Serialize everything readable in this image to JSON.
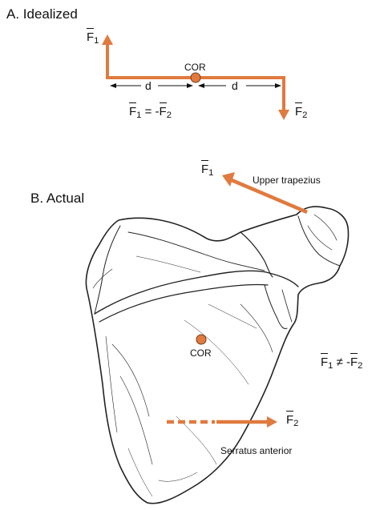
{
  "panel_a": {
    "title": "A. Idealized",
    "cor_label": "COR",
    "d_label_left": "d",
    "d_label_right": "d",
    "f1": {
      "symbol": "F",
      "sub": "1"
    },
    "f2": {
      "symbol": "F",
      "sub": "2"
    },
    "equation": {
      "lhs_sym": "F",
      "lhs_sub": "1",
      "op": " = -",
      "rhs_sym": "F",
      "rhs_sub": "2"
    }
  },
  "panel_b": {
    "title": "B. Actual",
    "cor_label": "COR",
    "f1": {
      "symbol": "F",
      "sub": "1"
    },
    "f2": {
      "symbol": "F",
      "sub": "2"
    },
    "upper_muscle": "Upper trapezius",
    "lower_muscle": "Serratus anterior",
    "inequality": {
      "lhs_sym": "F",
      "lhs_sub": "1",
      "op": " ≠ -",
      "rhs_sym": "F",
      "rhs_sub": "2"
    }
  },
  "colors": {
    "force_arrow": "#e07a3f",
    "cor_fill": "#e07a3f",
    "line": "#111111"
  }
}
